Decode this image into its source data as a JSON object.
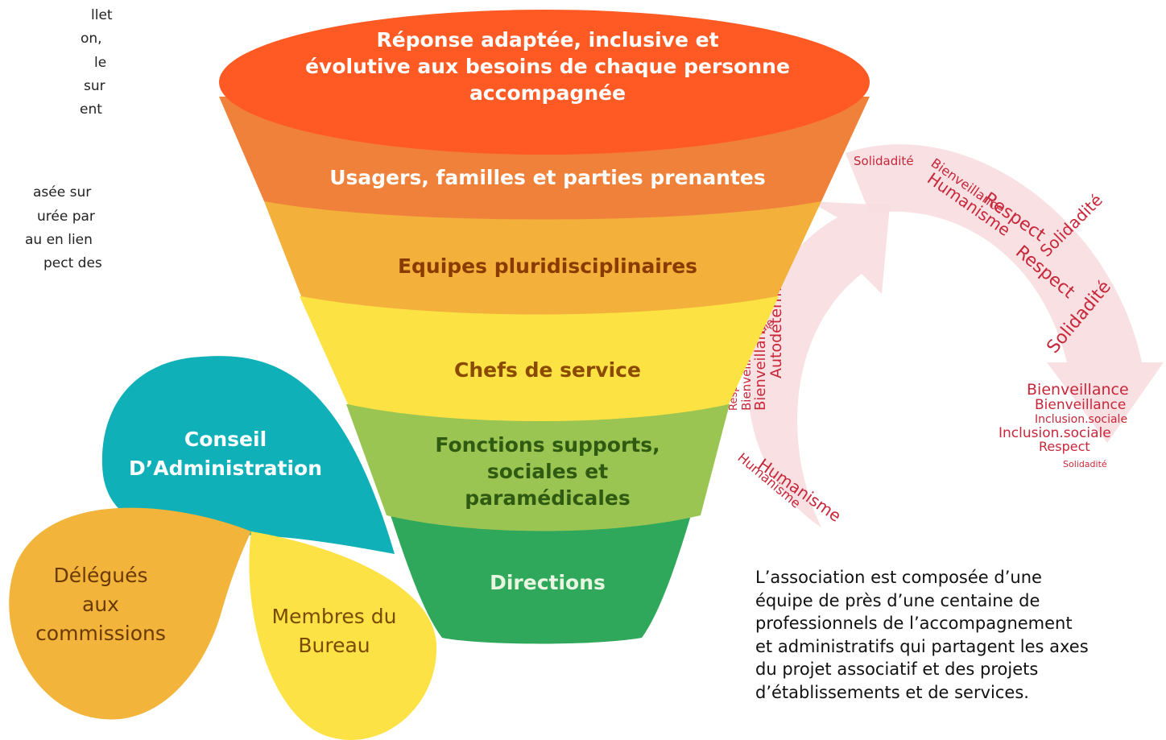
{
  "left_fragments": [
    "llet",
    "on,",
    "le",
    "sur",
    "ent",
    "asée sur",
    "urée par",
    "au en lien",
    "pect des"
  ],
  "funnel": {
    "layers": [
      {
        "label_lines": [
          "Réponse adaptée, inclusive et",
          "évolutive aux besoins de chaque personne",
          "accompagnée"
        ],
        "color": "#ff5a24",
        "text_color": "#ffffff"
      },
      {
        "label_lines": [
          "Usagers, familles et parties prenantes"
        ],
        "color": "#f0813a",
        "text_color": "#ffffff"
      },
      {
        "label_lines": [
          "Equipes pluridisciplinaires"
        ],
        "color": "#f3b13b",
        "text_color": "#8a3b00"
      },
      {
        "label_lines": [
          "Chefs de service"
        ],
        "color": "#fce243",
        "text_color": "#8a4a00"
      },
      {
        "label_lines": [
          "Fonctions supports,",
          "sociales et",
          "paramédicales"
        ],
        "color": "#9bc553",
        "text_color": "#2f5a12"
      },
      {
        "label_lines": [
          "Directions"
        ],
        "color": "#2fa85c",
        "text_color": "#e8f5e0"
      }
    ]
  },
  "governance": {
    "conseil": {
      "lines": [
        "Conseil",
        "D’Administration"
      ],
      "color": "#0fb0b8",
      "text_color": "#ffffff"
    },
    "delegues": {
      "lines": [
        "Délégués",
        "aux",
        "commissions"
      ],
      "color": "#f2b43b",
      "text_color": "#6b3a00"
    },
    "bureau": {
      "lines": [
        "Membres du",
        "Bureau"
      ],
      "color": "#fde245",
      "text_color": "#7a4a00"
    }
  },
  "word_cloud": {
    "words": [
      "Solidadité",
      "Bienveillance",
      "Humanisme",
      "Respect",
      "Autodétermination",
      "Inclusion.sociale"
    ],
    "color": "#c8273a"
  },
  "paragraph_lines": [
    "L’association est composée d’une",
    "équipe de près d’une centaine de",
    "professionnels de l’accompagnement",
    "et administratifs qui partagent les axes",
    "du projet associatif et des projets",
    "d’établissements et de services."
  ]
}
